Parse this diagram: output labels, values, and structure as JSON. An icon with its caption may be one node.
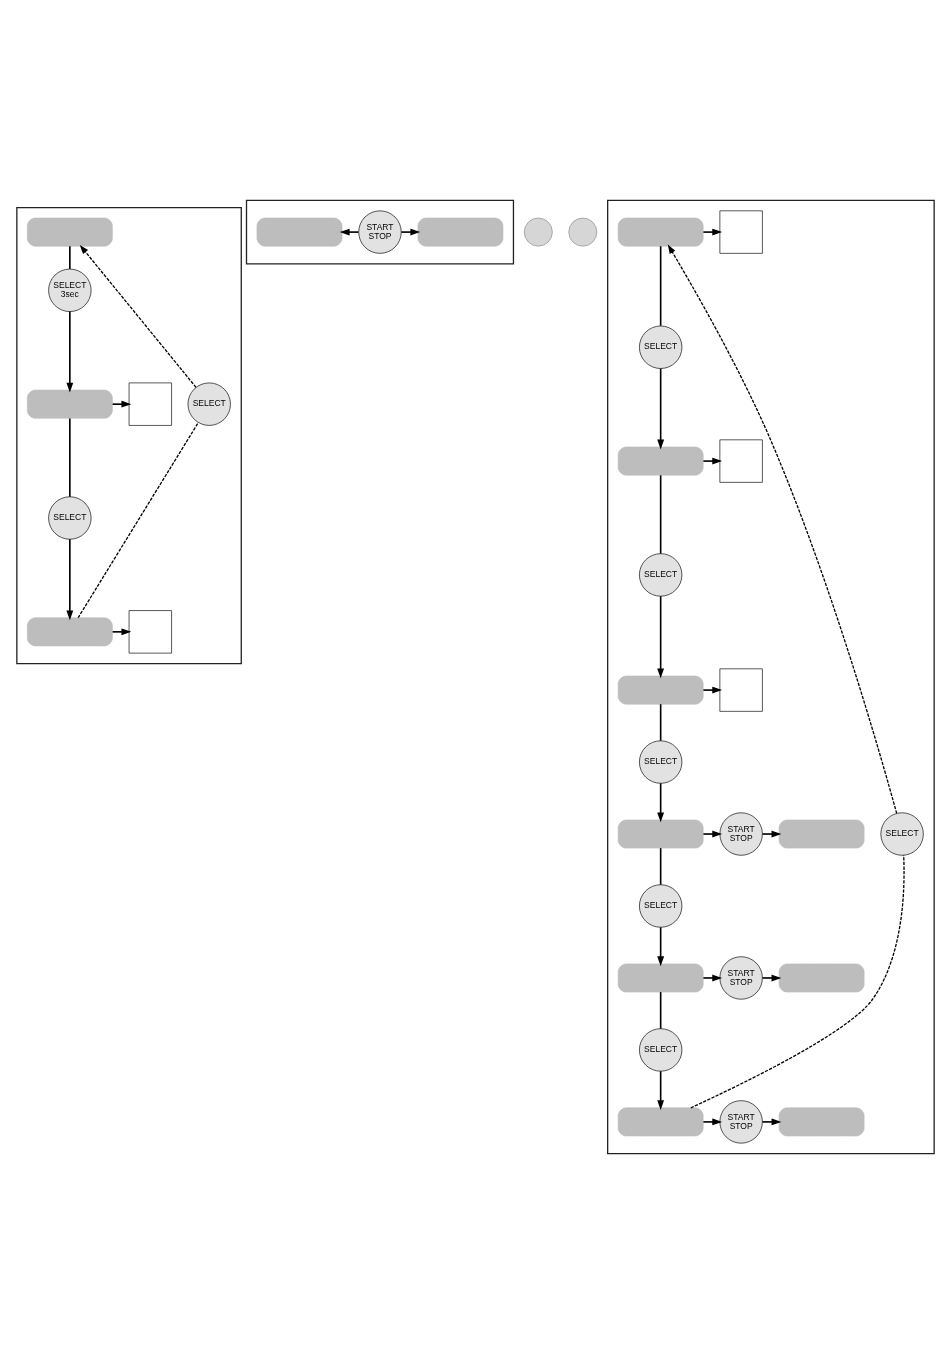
{
  "diagram": {
    "nodes": [
      {
        "text": [],
        "shape": "box"
      },
      {
        "text": [],
        "shape": "box",
        "in": 0
      },
      {
        "text": [
          "SELECT",
          "3sec"
        ],
        "in": 0
      },
      {
        "text": [],
        "shape": "box",
        "in": 0
      },
      {
        "text": [
          "SELECT"
        ],
        "in": 0
      },
      {
        "text": [],
        "shape": "box",
        "in": 0
      },
      {
        "text": [
          "SELECT"
        ],
        "in": 0
      },
      {
        "text": [],
        "shape": "box",
        "in": 0
      },
      {
        "text": [],
        "shape": "box",
        "in": 0
      },
      {
        "text": [],
        "shape": "box"
      },
      {
        "text": [],
        "shape": "box",
        "in": 9
      },
      {
        "text": [
          "START",
          "STOP"
        ],
        "in": 9
      },
      {
        "text": [],
        "shape": "box",
        "in": 9
      },
      {
        "text": [],
        "shape": "circle"
      },
      {
        "text": [],
        "shape": "circle"
      },
      {
        "text": [],
        "shape": "box"
      },
      {
        "text": [],
        "shape": "box",
        "in": 15
      },
      {
        "text": [
          "SELECT"
        ],
        "in": 15
      },
      {
        "text": [],
        "shape": "box",
        "in": 15
      },
      {
        "text": [
          "SELECT"
        ],
        "in": 15
      },
      {
        "text": [],
        "shape": "box",
        "in": 15
      },
      {
        "text": [
          "SELECT"
        ],
        "in": 15
      },
      {
        "text": [],
        "shape": "box",
        "in": 15
      },
      {
        "text": [
          "SELECT"
        ],
        "in": 15
      },
      {
        "text": [],
        "shape": "box",
        "in": 15
      },
      {
        "text": [
          "SELECT"
        ],
        "in": 15
      },
      {
        "text": [],
        "shape": "box",
        "in": 15
      },
      {
        "text": [
          "SELECT"
        ],
        "in": 15
      },
      {
        "text": [],
        "shape": "box",
        "in": 15
      },
      {
        "text": [],
        "shape": "box",
        "in": 15
      },
      {
        "text": [],
        "shape": "box",
        "in": 15
      },
      {
        "text": [
          "START",
          "STOP"
        ],
        "in": 15
      },
      {
        "text": [],
        "shape": "box",
        "in": 15
      },
      {
        "text": [
          "START",
          "STOP"
        ],
        "in": 15
      },
      {
        "text": [],
        "shape": "box",
        "in": 15
      },
      {
        "text": [
          "START",
          "STOP"
        ],
        "in": 15
      },
      {
        "text": [],
        "shape": "box",
        "in": 15
      }
    ],
    "edges": [
      {
        "from": 1,
        "to": 2,
        "arrow": "none"
      },
      {
        "from": 2,
        "to": 3,
        "arrow": "to"
      },
      {
        "from": 3,
        "to": 4,
        "arrow": "none"
      },
      {
        "from": 4,
        "to": 5,
        "arrow": "to"
      },
      {
        "from": 5,
        "to": 6,
        "arrow": "none",
        "style": "dashed"
      },
      {
        "from": 6,
        "to": 1,
        "arrow": "to",
        "style": "dashed"
      },
      {
        "from": 3,
        "to": 7,
        "arrow": "to"
      },
      {
        "from": 5,
        "to": 8,
        "arrow": "to"
      },
      {
        "from": 11,
        "to": 10,
        "arrow": "to"
      },
      {
        "from": 11,
        "to": 12,
        "arrow": "to"
      },
      {
        "from": 16,
        "to": 17,
        "arrow": "none"
      },
      {
        "from": 17,
        "to": 18,
        "arrow": "to"
      },
      {
        "from": 18,
        "to": 19,
        "arrow": "none"
      },
      {
        "from": 19,
        "to": 20,
        "arrow": "to"
      },
      {
        "from": 20,
        "to": 21,
        "arrow": "none"
      },
      {
        "from": 21,
        "to": 22,
        "arrow": "to"
      },
      {
        "from": 22,
        "to": 23,
        "arrow": "none"
      },
      {
        "from": 23,
        "to": 24,
        "arrow": "to"
      },
      {
        "from": 24,
        "to": 25,
        "arrow": "none"
      },
      {
        "from": 25,
        "to": 26,
        "arrow": "to"
      },
      {
        "from": 26,
        "to": 27,
        "arrow": "none",
        "style": "dashed"
      },
      {
        "from": 27,
        "to": 16,
        "arrow": "to",
        "style": "dashed"
      },
      {
        "from": 16,
        "to": 28,
        "arrow": "to"
      },
      {
        "from": 18,
        "to": 29,
        "arrow": "to"
      },
      {
        "from": 20,
        "to": 30,
        "arrow": "to"
      },
      {
        "from": 22,
        "to": 31,
        "arrow": "to"
      },
      {
        "from": 31,
        "to": 32,
        "arrow": "to"
      },
      {
        "from": 24,
        "to": 33,
        "arrow": "to"
      },
      {
        "from": 33,
        "to": 34,
        "arrow": "to"
      },
      {
        "from": 26,
        "to": 35,
        "arrow": "to"
      },
      {
        "from": 35,
        "to": 36,
        "arrow": "to"
      }
    ]
  }
}
